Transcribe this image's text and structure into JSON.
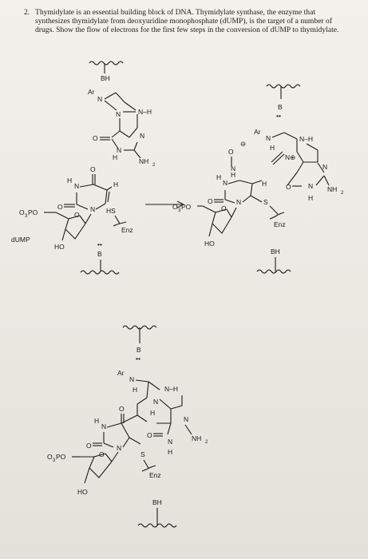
{
  "question": {
    "number": "2.",
    "text": "Thymidylate is an essential building block of DNA. Thymidylate synthase, the enzyme that synthesizes thymidylate from deoxyuridine monophosphate (dUMP), is the target of a number of drugs. Show the flow of electrons for the first few steps in the conversion of dUMP to thymidylate."
  },
  "labels": {
    "BH": "BH",
    "B": "B",
    "B_lonepair": "••",
    "Ar": "Ar",
    "N": "N",
    "NH": "N–H",
    "H": "H",
    "NH2": "NH",
    "NH2_sub": "2",
    "O": "O",
    "HN": "H",
    "O3PO": "O",
    "O3PO_sub": "3",
    "O3PO_tail": "PO",
    "HO": "HO",
    "HS": "HS",
    "Enz": "Enz",
    "S": "S",
    "dUMP": "dUMP",
    "minus": "⊖",
    "plus_N": "N⊕",
    "squiggle": "ᨓᨓᨓ"
  },
  "colors": {
    "ink": "#1c1c1c",
    "paper": "#f3f1ec"
  }
}
